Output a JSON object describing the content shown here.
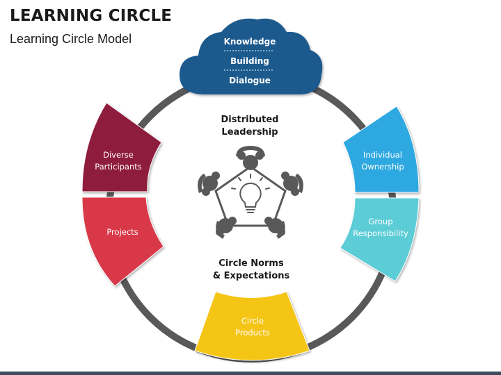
{
  "header": {
    "title": "LEARNING CIRCLE",
    "subtitle": "Learning Circle Model"
  },
  "cloud": {
    "items": [
      "Knowledge",
      "Building",
      "Dialogue"
    ],
    "color": "#1b5a8e"
  },
  "center": {
    "top_label": [
      "Distributed",
      "Leadership"
    ],
    "bottom_label": [
      "Circle Norms",
      "& Expectations"
    ],
    "icon": "team-idea-lightbulb-icon"
  },
  "segments": [
    {
      "id": "diverse",
      "lines": [
        "Diverse",
        "Participants"
      ],
      "color": "#8e1b3c"
    },
    {
      "id": "projects",
      "lines": [
        "Projects"
      ],
      "color": "#d93848"
    },
    {
      "id": "circle-products",
      "lines": [
        "Circle",
        "Products"
      ],
      "color": "#f5c518"
    },
    {
      "id": "group-responsibility",
      "lines": [
        "Group",
        "Responsibility"
      ],
      "color": "#5bccd6"
    },
    {
      "id": "individual-ownership",
      "lines": [
        "Individual",
        "Ownership"
      ],
      "color": "#2ea8e0"
    }
  ],
  "ring_color": "#595959"
}
